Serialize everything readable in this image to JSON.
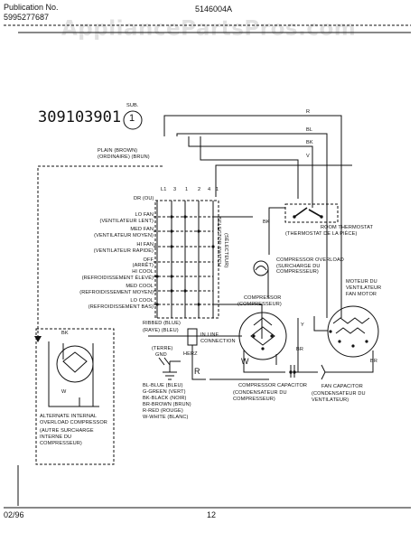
{
  "header": {
    "publication_label": "Publication No.",
    "publication_number": "5995277687",
    "model_number": "5146004A",
    "watermark": "AppliancePartsPros.com"
  },
  "diagram": {
    "ref_number": "309103901",
    "sub_label": "SUB.",
    "sub_number": "1",
    "plain_label": "PLAIN (BROWN)",
    "plain_label_fr": "(ORDINAIRE) (BRUN)",
    "wire_r": "R",
    "wire_bl": "BL",
    "wire_bk": "BK",
    "wire_v": "V",
    "switch_terms": [
      "L1",
      "3",
      "1",
      "2",
      "4",
      "1"
    ],
    "dr_label": "DR (OU)",
    "switch_positions": [
      "LO FAN",
      "(VENTILATEUR LENT)",
      "MED FAN",
      "(VENTILATEUR MOYEN)",
      "HI FAN",
      "(VENTILATEUR RAPIDE)",
      "OFF",
      "(ARRÊT)",
      "HI COOL",
      "(REFROIDISSEMENT ÉLEVÉ)",
      "MED COOL",
      "(REFROIDISSEMENT MOYEN)",
      "LO COOL",
      "(REFROIDISSEMENT BAS)"
    ],
    "selector_switch": "SELECTOR SWITCH",
    "selector_switch_fr": "(SÉLECTEUR)",
    "thermostat": "ROOM THERMOSTAT",
    "thermostat_fr": "(THERMOSTAT DE LA PIÈCE)",
    "overload": "COMPRESSOR OVERLOAD",
    "overload_fr": "(SURCHARGE DU COMPRESSEUR)",
    "compressor": "COMPRESSOR",
    "compressor_fr": "(COMPRESSEUR)",
    "fan_motor": "MOTEUR DU VENTILATEUR FAN MOTOR",
    "ribbed": "RIBBED (BLUE)",
    "ribbed_fr": "(RAYE) (BLEU)",
    "in_line": "IN LINE CONNECTION",
    "terre": "(TERRE)",
    "gnd": "GND",
    "comp_cap": "COMPRESSOR CAPACITOR",
    "comp_cap_fr": "(CONDENSATEUR DU COMPRESSEUR)",
    "fan_cap": "FAN CAPACITOR",
    "fan_cap_fr": "(CONDENSATEUR DU VENTILATEUR)",
    "legend": [
      "BL-BLUE (BLEU)",
      "G-GREEN (VERT)",
      "BK-BLACK (NOIR)",
      "BR-BROWN (BRUN)",
      "R-RED (ROUGE)",
      "W-WHITE (BLANC)"
    ],
    "alt_overload": "ALTERNATE INTERNAL OVERLOAD COMPRESSOR",
    "alt_overload_fr": "(AUTRE SURCHARGE INTERNE DU COMPRESSEUR)",
    "inset_bk": "BK",
    "inset_w": "W",
    "label_bk": "BK",
    "label_w": "W",
    "label_br": "BR",
    "label_y": "Y",
    "label_r": "R",
    "label_herz": "HERZ"
  },
  "footer": {
    "date": "02/96",
    "page": "12"
  }
}
